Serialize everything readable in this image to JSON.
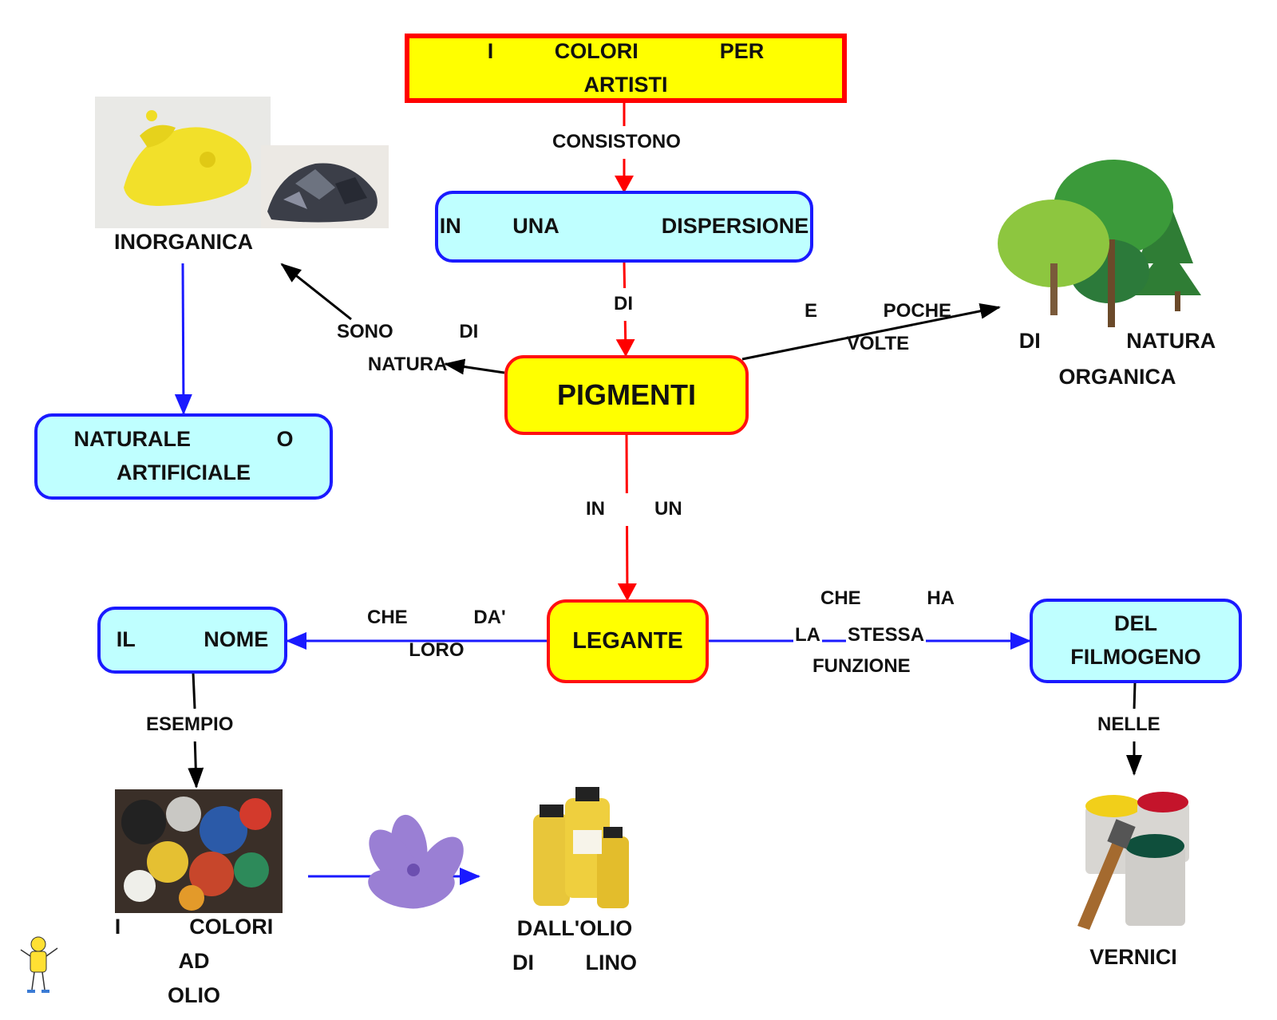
{
  "title": "I   COLORI    PER    ARTISTI",
  "nodes": {
    "dispersione": "IN   UNA      DISPERSIONE",
    "pigmenti": "PIGMENTI",
    "legante": "LEGANTE",
    "naturale": "NATURALE     O\nARTIFICIALE",
    "nome": "IL    NOME",
    "filmogeno": "DEL\nFILMOGENO",
    "inorganica": "INORGANICA",
    "organica": "DI     NATURA\nORGANICA",
    "colori_olio": "I    COLORI     AD\nOLIO",
    "olio_lino": "DALL'OLIO\nDI   LINO",
    "vernici": "VERNICI"
  },
  "links": {
    "consistono": "CONSISTONO",
    "di": "DI",
    "sono_di_natura": "SONO    DI\nNATURA",
    "e_poche_volte": "E    POCHE\nVOLTE",
    "in_un": "IN   UN",
    "che_da_loro": "CHE    DA'\nLORO",
    "che_ha": "CHE    HA",
    "la": "LA",
    "stessa": "STESSA",
    "funzione": "FUNZIONE",
    "esempio": "ESEMPIO",
    "nelle": "NELLE"
  },
  "colors": {
    "yellow_fill": "#ffff00",
    "red_border": "#ff0000",
    "cyan_fill": "#bfffff",
    "blue_border": "#1a1aff",
    "red_arrow": "#ff0000",
    "blue_arrow": "#1a1aff",
    "black_arrow": "#000000"
  }
}
